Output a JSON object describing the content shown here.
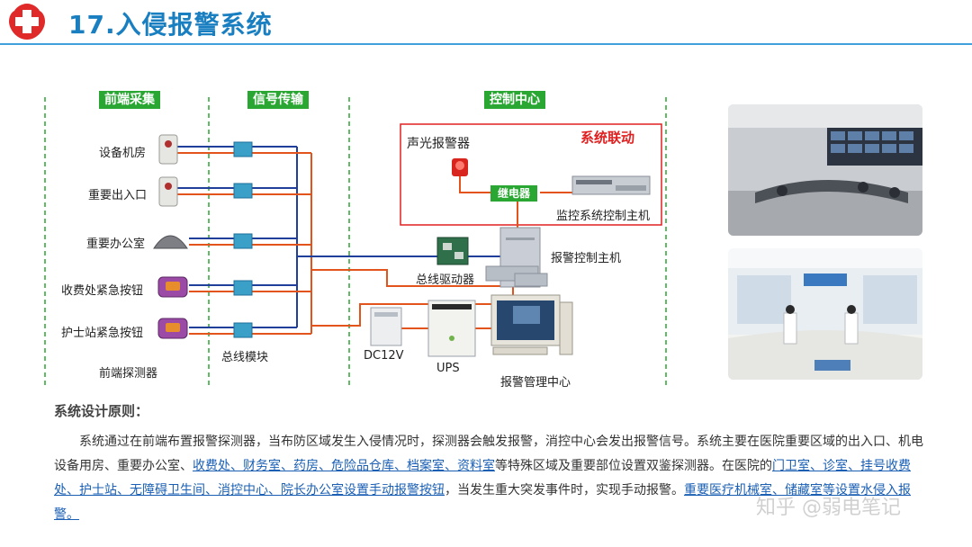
{
  "header": {
    "title": "17.入侵报警系统"
  },
  "columns": {
    "front": "前端采集",
    "signal": "信号传输",
    "control": "控制中心"
  },
  "devices": [
    {
      "label": "设备机房"
    },
    {
      "label": "重要出入口"
    },
    {
      "label": "重要办公室"
    },
    {
      "label": "收费处紧急按钮"
    },
    {
      "label": "护士站紧急按钮"
    }
  ],
  "labels": {
    "front_detector": "前端探测器",
    "bus_module": "总线模块",
    "linkage": "系统联动",
    "alarm_sounder": "声光报警器",
    "relay": "继电器",
    "monitor_host": "监控系统控制主机",
    "bus_driver": "总线驱动器",
    "alarm_host": "报警控制主机",
    "dc": "DC12V",
    "ups": "UPS",
    "mgmt_center": "报警管理中心"
  },
  "principle": {
    "title": "系统设计原则：",
    "p1": "系统通过在前端布置报警探测器，当布防区域发生入侵情况时，探测器会触发报警，消控中心会发出报警信号。系统主要在医院重要区域的出入口、机电设备用房、重要办公室、",
    "p1_link": "收费处、财务室、药房、危险品仓库、档案室、资料室",
    "p2": "等特殊区域及重要部位设置双鉴探测器。在医院的",
    "p2_link": "门卫室、诊室、挂号收费处、护士站、无障碍卫生间、消控中心、院长办公室设置手动报警按钮",
    "p3": "，当发生重大突发事件时，实现手动报警。",
    "p3_link": "重要医疗机械室、储藏室等设置水侵入报警。"
  },
  "watermark": "知乎 @弱电笔记",
  "colors": {
    "accent": "#1a7fc1",
    "green": "#2aa632",
    "red": "#e02020",
    "line_blue": "#1f3f9a",
    "line_orange": "#e2541c"
  }
}
